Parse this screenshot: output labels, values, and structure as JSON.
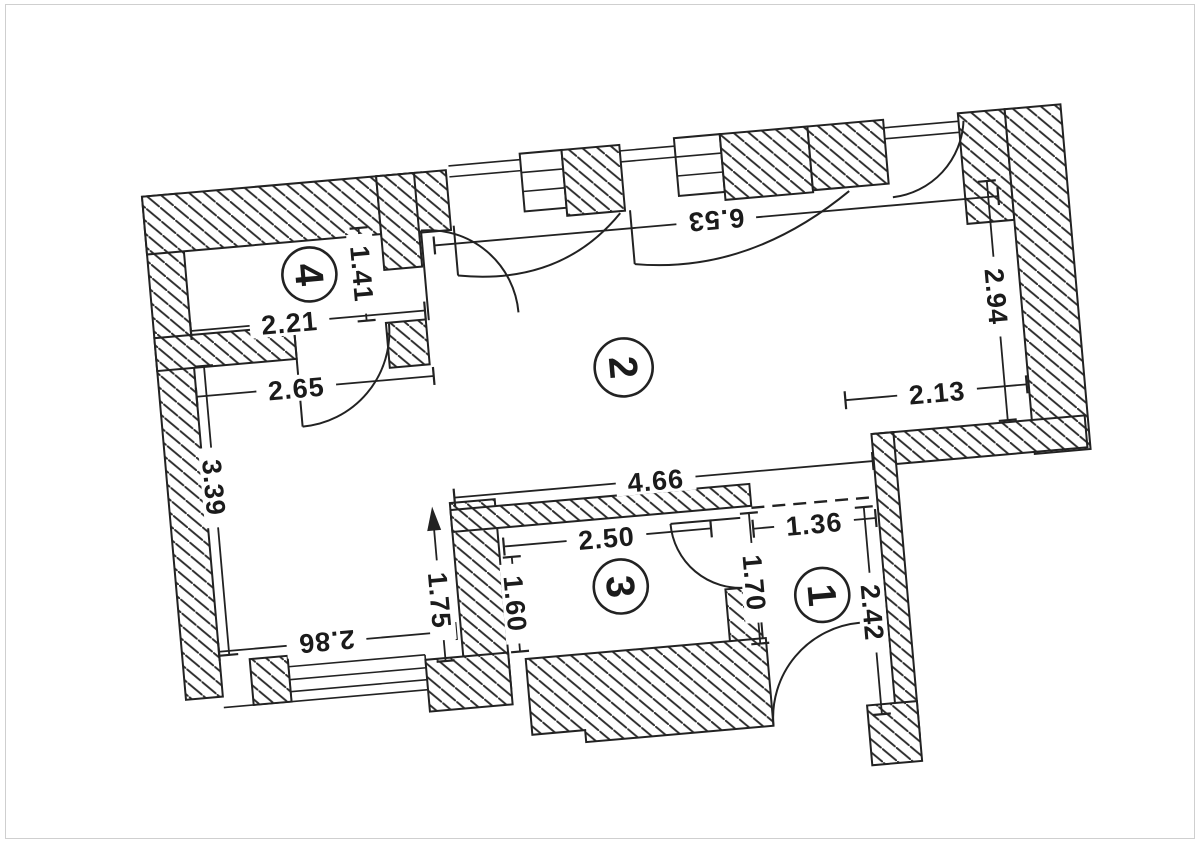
{
  "rooms": {
    "room1": {
      "number": "1",
      "dim_top": "1.36",
      "dim_left": "1.70",
      "dim_right": "2.42"
    },
    "room2": {
      "number": "2",
      "dim_top": "6.53",
      "dim_right": "2.94",
      "dim_step": "2.13",
      "dim_bottom": "4.66"
    },
    "room3": {
      "number": "3",
      "dim_width": "2.50",
      "dim_height": "1.60"
    },
    "room4": {
      "number": "4",
      "dim_width": "2.21",
      "dim_height": "1.41"
    },
    "hall": {
      "dim_top": "2.65",
      "dim_left": "3.39",
      "dim_bottom": "2.86",
      "dim_right": "1.75"
    }
  }
}
